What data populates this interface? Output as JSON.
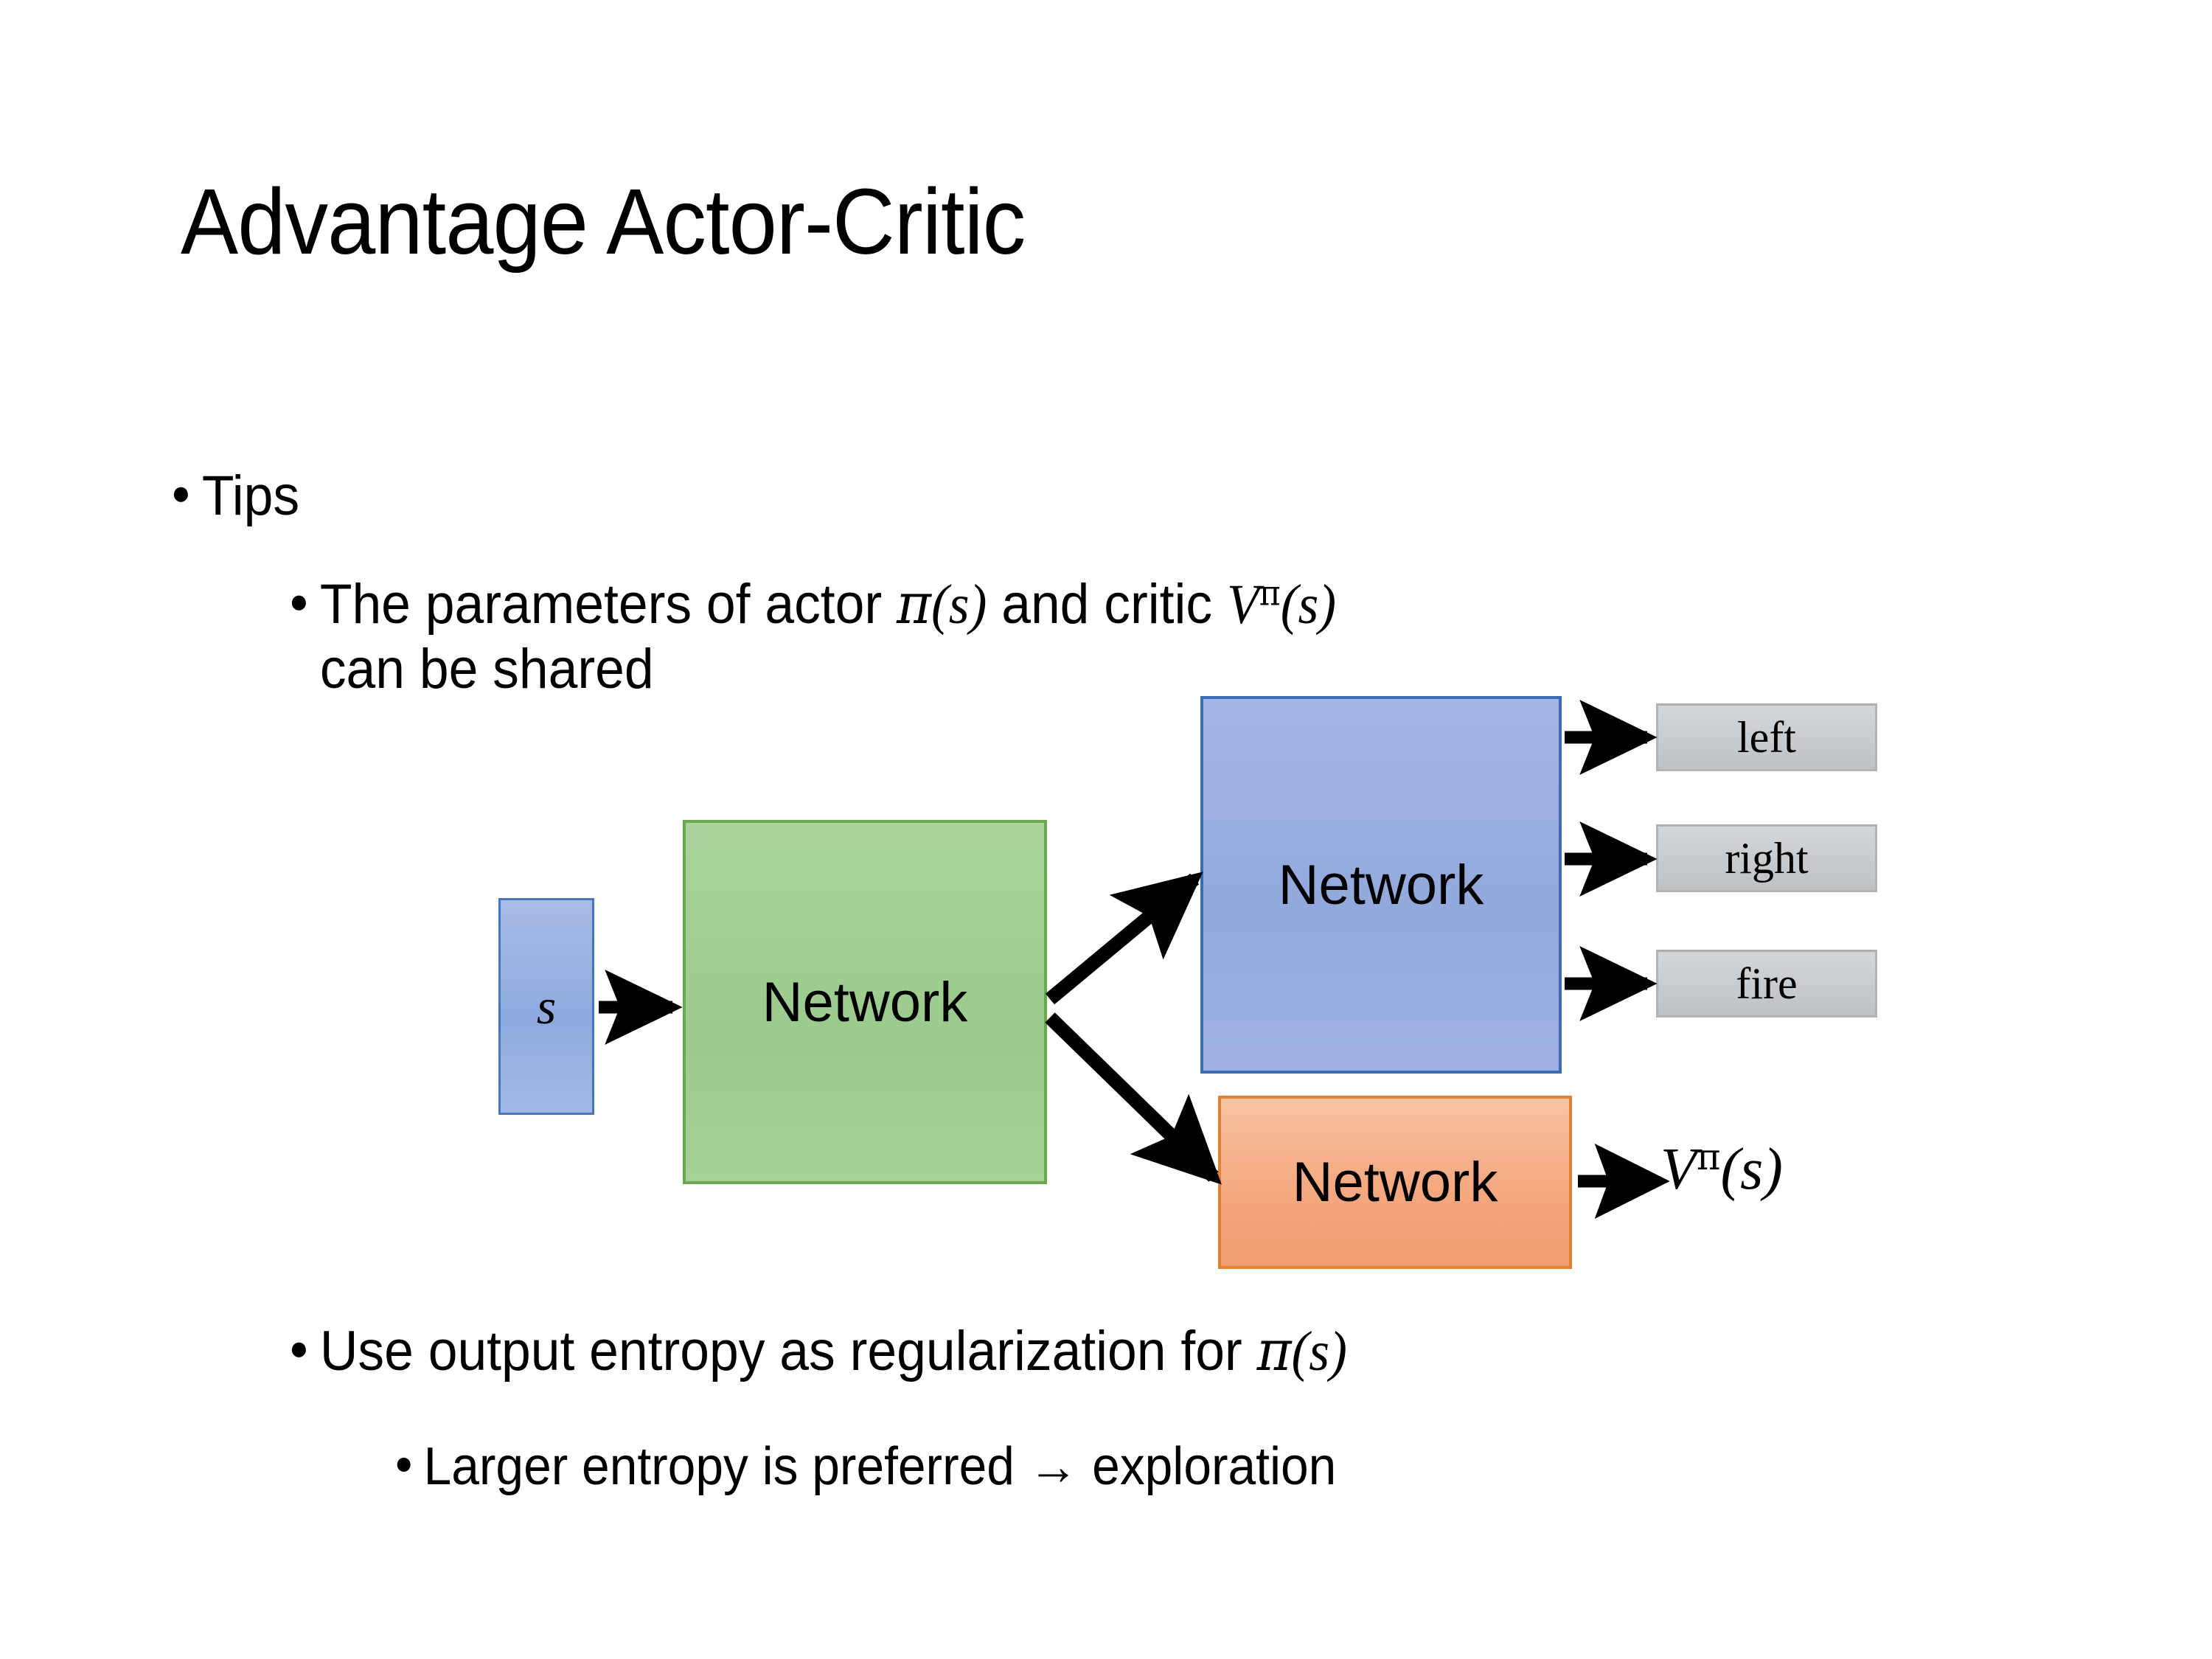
{
  "slide": {
    "title": "Advantage Actor-Critic",
    "background": "#ffffff"
  },
  "bullets": {
    "tips": "Tips",
    "params_pre": "The parameters of actor ",
    "params_pi": "π",
    "params_pi_arg": "(s)",
    "params_mid": "  and critic ",
    "params_v": "V",
    "params_v_sup": "π",
    "params_v_arg": "(s)",
    "params_line2": "can be shared",
    "entropy_pre": "Use output entropy as regularization for ",
    "entropy_pi": "π",
    "entropy_pi_arg": "(s)",
    "larger": "Larger entropy is preferred → exploration"
  },
  "diagram": {
    "input_label": "s",
    "shared_network_label": "Network",
    "actor_network_label": "Network",
    "critic_network_label": "Network",
    "actions": [
      {
        "label": "left"
      },
      {
        "label": "right"
      },
      {
        "label": "fire"
      }
    ],
    "critic_output": {
      "symbol": "V",
      "superscript": "π",
      "argument": "(s)"
    },
    "colors": {
      "input_fill": "#95aee0",
      "input_border": "#4576be",
      "shared_fill": "#9dce8e",
      "shared_border": "#6aa84f",
      "actor_fill": "#95aee0",
      "actor_border": "#3b6cb4",
      "critic_fill": "#f4a87f",
      "critic_border": "#e08332",
      "action_fill": "#c8cbcd",
      "action_border": "#b2b5b8",
      "arrow": "#000000"
    }
  }
}
